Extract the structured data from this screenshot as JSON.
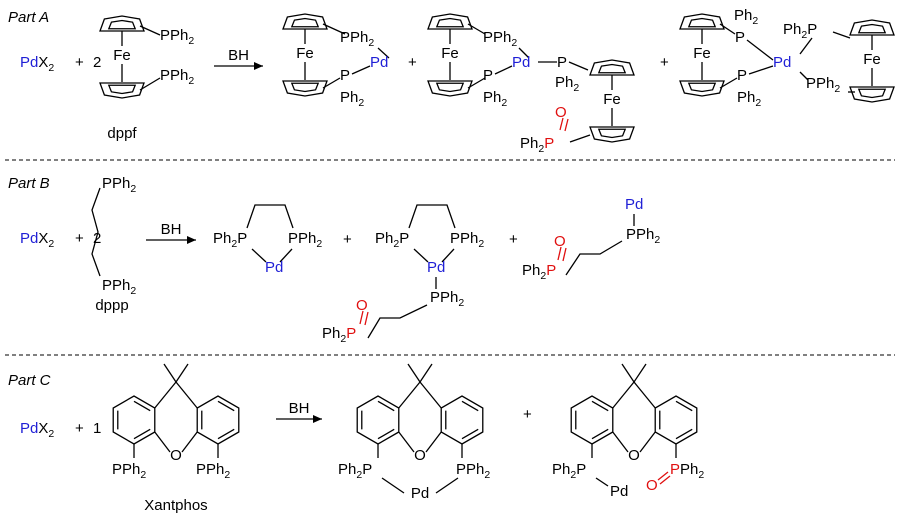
{
  "parts": {
    "a": "Part A",
    "b": "Part B",
    "c": "Part C"
  },
  "reagents": {
    "pd": "Pd",
    "x2": "X",
    "x2_sub": "2",
    "plus": "+",
    "coef_a": "2",
    "coef_b": "2",
    "coef_c": "1",
    "bh": "BH"
  },
  "labels": {
    "fe": "Fe",
    "p": "P",
    "pph": "PPh",
    "ph": "Ph",
    "sub2": "2",
    "o": "O",
    "pd": "Pd"
  },
  "ligands": {
    "dppf": "dppf",
    "dppp": "dppp",
    "xantphos": "Xantphos"
  },
  "colors": {
    "palladium": "#1f1fd6",
    "oxygen": "#e01010"
  }
}
